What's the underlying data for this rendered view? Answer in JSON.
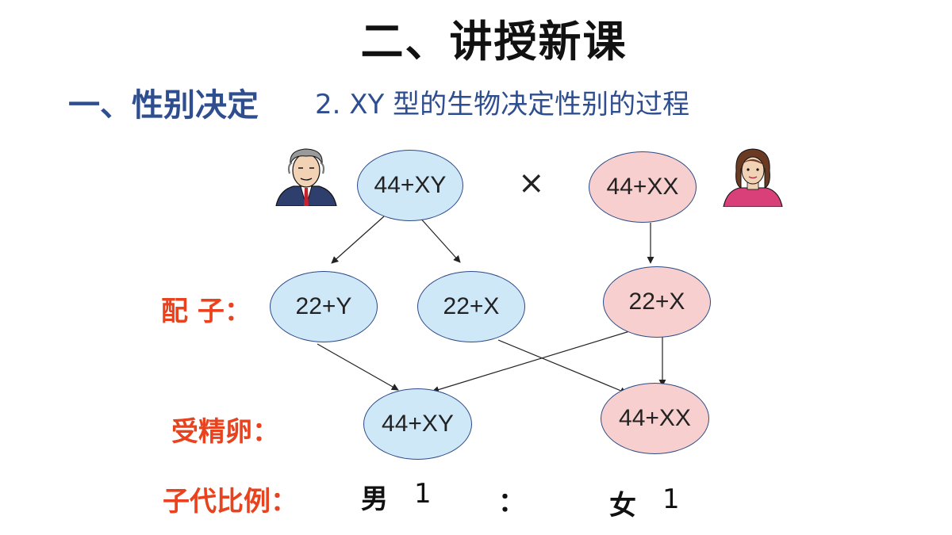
{
  "title": "二、讲授新课",
  "section": "一、性别决定",
  "subtitle": "2. XY 型的生物决定性别的过程",
  "cross_symbol": "×",
  "parents": {
    "male": "44+XY",
    "female": "44+XX",
    "male_icon": "man-portrait-icon",
    "female_icon": "woman-portrait-icon"
  },
  "gametes": {
    "label": "配  子：",
    "male_y": "22+Y",
    "male_x": "22+X",
    "female_x": "22+X"
  },
  "zygotes": {
    "label": "受精卵：",
    "male": "44+XY",
    "female": "44+XX"
  },
  "offspring": {
    "label": "子代比例：",
    "male_word": "男",
    "male_count": "1",
    "ratio_sep": "：",
    "female_word": "女",
    "female_count": "1"
  },
  "colors": {
    "male_fill": "#cfe8f8",
    "female_fill": "#f8cfcf",
    "heading_blue": "#2e4e8f",
    "label_red": "#e8431e"
  }
}
